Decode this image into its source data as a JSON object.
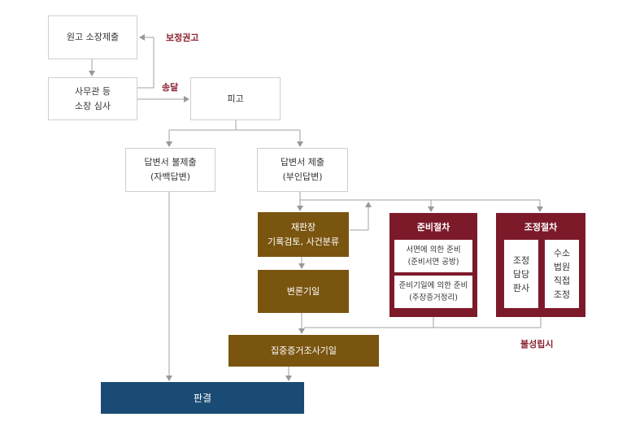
{
  "nodes": {
    "submit_complaint": "원고 소장제출",
    "clerk_review_1": "사무관 등",
    "clerk_review_2": "소장 심사",
    "defendant": "피고",
    "no_answer_1": "답변서 불제출",
    "no_answer_2": "(자백답변)",
    "answer_1": "답변서 제출",
    "answer_2": "(부인답변)",
    "presiding_1": "재판장",
    "presiding_2": "기록검토, 사건분류",
    "pleading_date": "변론기일",
    "prep_title": "준비절차",
    "prep_written_1": "서면에 의한 준비",
    "prep_written_2": "(준비서면 공방)",
    "prep_date_1": "준비기일에 의한 준비",
    "prep_date_2": "(주장증거정리)",
    "mediation_title": "조정절차",
    "mediation_judge": [
      "조정",
      "담당",
      "판사"
    ],
    "mediation_court": [
      "수소",
      "법원",
      "직접",
      "조정"
    ],
    "intensive_evidence": "집중증거조사기일",
    "judgment": "판결"
  },
  "labels": {
    "correction": "보정권고",
    "service": "송달",
    "failed": "불성립시"
  },
  "colors": {
    "brown": "#7a5510",
    "maroon": "#7c1a2a",
    "navy": "#1a4b74",
    "line": "#999999",
    "note": "#8a2330"
  }
}
